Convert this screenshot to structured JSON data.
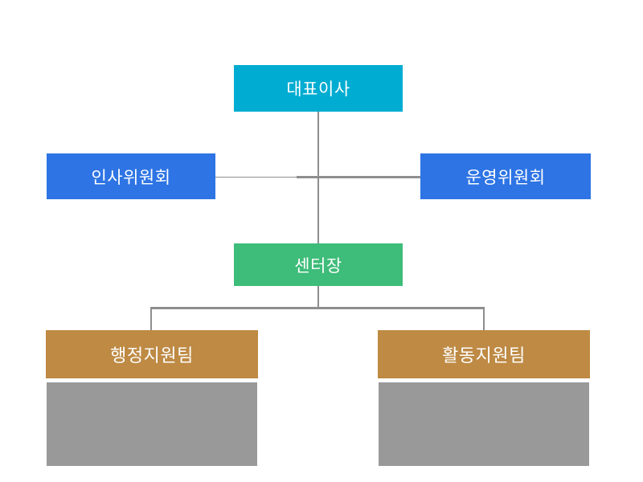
{
  "diagram": {
    "type": "org-chart",
    "background_color": "#FFFFFF",
    "text_color": "#FFFFFF",
    "line_color": "#8E8E8E",
    "nodes": {
      "ceo": {
        "label": "대표이사",
        "color": "#00ACD1",
        "level": 1
      },
      "hr_committee": {
        "label": "인사위원회",
        "color": "#2E74E4",
        "level": 2
      },
      "ops_committee": {
        "label": "운영위원회",
        "color": "#2E74E4",
        "level": 2
      },
      "center_head": {
        "label": "센터장",
        "color": "#3EBC79",
        "level": 3
      },
      "admin_team": {
        "label": "행정지원팀",
        "color": "#BE8A44",
        "level": 4
      },
      "activity_team": {
        "label": "활동지원팀",
        "color": "#BE8A44",
        "level": 4
      }
    },
    "edges": [
      {
        "from": "ceo",
        "to": "center_head",
        "style": "vertical-trunk"
      },
      {
        "from": "hr_committee",
        "to": "trunk",
        "style": "horizontal-thin"
      },
      {
        "from": "ops_committee",
        "to": "trunk",
        "style": "horizontal-thick"
      },
      {
        "from": "center_head",
        "to": "admin_team",
        "style": "branch"
      },
      {
        "from": "center_head",
        "to": "activity_team",
        "style": "branch"
      }
    ],
    "placeholders": [
      {
        "below": "admin_team",
        "color": "#999999",
        "label": ""
      },
      {
        "below": "activity_team",
        "color": "#999999",
        "label": ""
      }
    ]
  }
}
